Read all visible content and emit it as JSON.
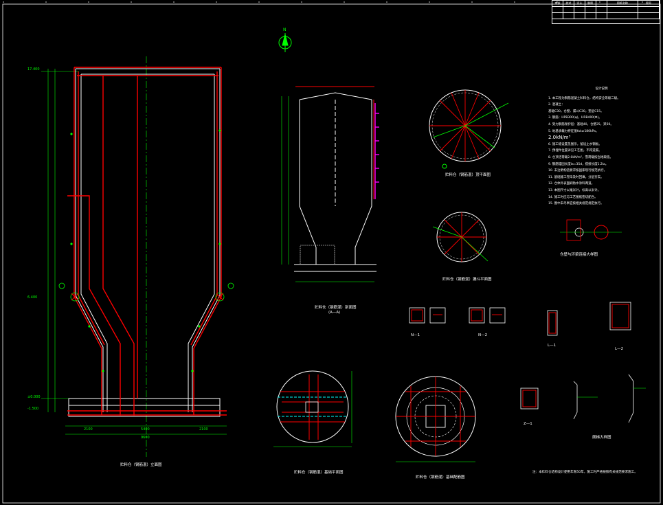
{
  "title_block": {
    "cells": [
      "审核",
      "校对",
      "设计",
      "制图",
      "",
      "图纸名称",
      "图号"
    ]
  },
  "north_marker": "N",
  "views": {
    "elevation_caption": "贮料仓（钢筋混）立面图",
    "section_caption": "贮料仓（钢筋混）剖面图",
    "section_mark": "(A—A)",
    "plan_top_caption": "贮料仓（钢筋混）顶平面图",
    "plan_mid_caption": "贮料仓（钢筋混）漏斗平面图",
    "base_plan_caption": "贮料仓（钢筋混）基础平面图",
    "found_plan_caption": "贮料仓（钢筋混）基础配筋图",
    "detail_n1": "N—1",
    "detail_n2": "N—2",
    "detail_l1": "L—1",
    "detail_l2": "L—2",
    "detail_z1": "Z—1",
    "ladder_caption": "爬梯大样图",
    "joint_caption": "仓壁与环梁连接大样图"
  },
  "elevations": {
    "top": "17.400",
    "mid": "6.400",
    "low": "±0.000",
    "base": "-1.500"
  },
  "dims": {
    "overall_width": "9600",
    "left_seg": "2100",
    "mid_seg": "5400",
    "right_seg": "2100"
  },
  "notes": {
    "title": "设计说明",
    "lines": [
      "1. 本工程为钢筋混凝土贮料仓，结构安全等级二级。",
      "2. 混凝土：",
      "   基础C30，仓壁、漏斗C30，垫层C15。",
      "3. 钢筋：HPB300(φ)，HRB400(Φ)。",
      "4. 受力钢筋保护层：基础40，仓壁25，梁30。",
      "5. 地基承载力特征值fak≥180kPa。",
      "2.0kN/m³",
      "6. 施工缝设置见图示，留设止水钢板。",
      "7. 预埋件位置详见工艺图，不得遗漏。",
      "8. 仓顶活荷载2.0kN/m²，雪荷载按当地取值。",
      "9. 钢筋锚固长度la=35d，搭接长度1.2la。",
      "10. 未注明构造要求按国家现行规范执行。",
      "11. 基础施工完毕及时回填，分层夯实。",
      "12. 仓体外表面刷防水涂料两道。",
      "13. 本图尺寸以毫米计，标高以米计。",
      "14. 施工时应与工艺图纸密切配合。",
      "15. 图中未尽事宜按相关规范规定执行。"
    ]
  },
  "footnote": "注：本贮料仓结构设计使用年限50年，施工时严格按照有关规范要求施工。"
}
